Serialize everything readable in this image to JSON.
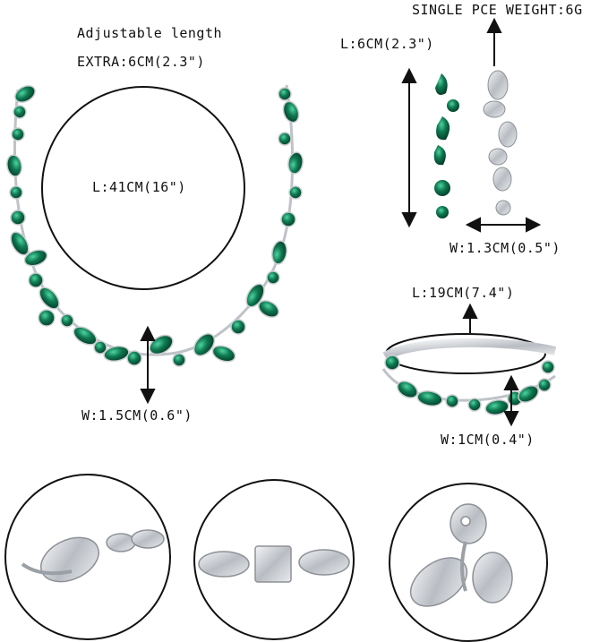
{
  "labels": {
    "adjustable": "Adjustable length",
    "extra": "EXTRA:6CM(2.3\")",
    "necklace_length": "L:41CM(16\")",
    "necklace_width": "W:1.5CM(0.6\")",
    "earring_weight": "SINGLE PCE WEIGHT:6G",
    "earring_length": "L:6CM(2.3\")",
    "earring_width": "W:1.3CM(0.5\")",
    "bracelet_length": "L:19CM(7.4\")",
    "bracelet_width": "W:1CM(0.4\")"
  },
  "colors": {
    "emerald": "#0f7a52",
    "emerald_dark": "#064a31",
    "silver": "#c9ccd0",
    "line": "#111111"
  },
  "details": [
    {
      "icon": "lobster-clasp-icon"
    },
    {
      "icon": "fold-clasp-icon"
    },
    {
      "icon": "leaf-charm-icon"
    }
  ]
}
